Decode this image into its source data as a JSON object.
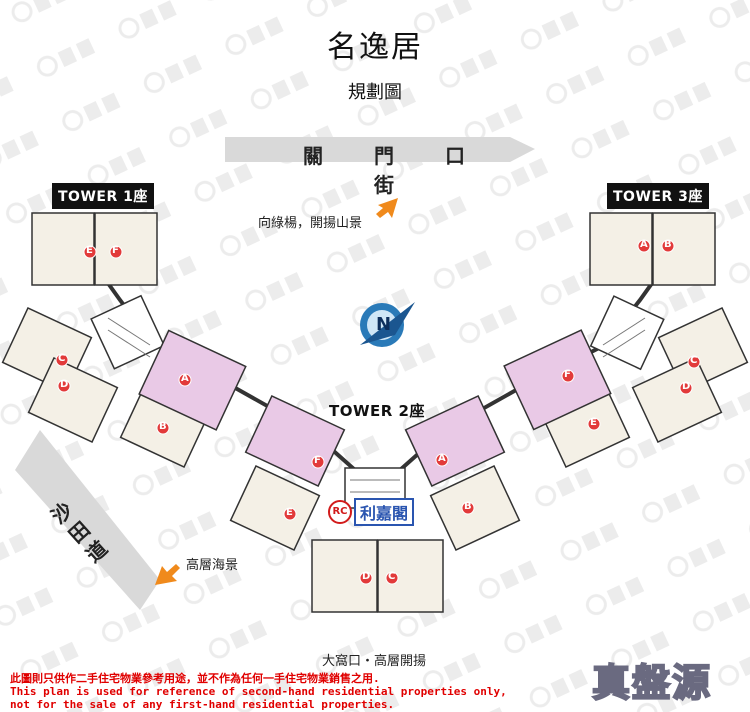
{
  "title": "名逸居",
  "subtitle": "規劃圖",
  "streets": {
    "top": "關 門 口 街",
    "side": "沙 田 道"
  },
  "towers": {
    "t1": "TOWER 1座",
    "t2": "TOWER 2座",
    "t3": "TOWER 3座"
  },
  "views": {
    "v1": "向綠楊，開揚山景",
    "v2": "高層海景",
    "v3": "大窩口・高層開揚"
  },
  "agency": {
    "mark": "RC",
    "name": "利嘉閣"
  },
  "disclaimer": {
    "line1": "此圖則只供作二手住宅物業參考用途，並不作為任何一手住宅物業銷售之用.",
    "line2": "This plan is used for reference of second-hand residential properties only,",
    "line3": " not for the sale of any first-hand residential properties."
  },
  "brand": "真盤源",
  "colors": {
    "unit_white": "#f4f0e6",
    "unit_pink": "#e9c9e6",
    "unit_red_badge": "#e23a3a",
    "wall": "#444444",
    "street_band": "#d9d9d9",
    "compass": "#2a7ab8"
  },
  "compass": {
    "letter": "N"
  },
  "flats": {
    "tower1": [
      "E",
      "F",
      "C",
      "D",
      "A",
      "B"
    ],
    "tower2": [
      "A",
      "F",
      "E",
      "A",
      "F",
      "B",
      "D",
      "C"
    ],
    "tower3": [
      "A",
      "B",
      "C",
      "D",
      "E",
      "F"
    ]
  }
}
